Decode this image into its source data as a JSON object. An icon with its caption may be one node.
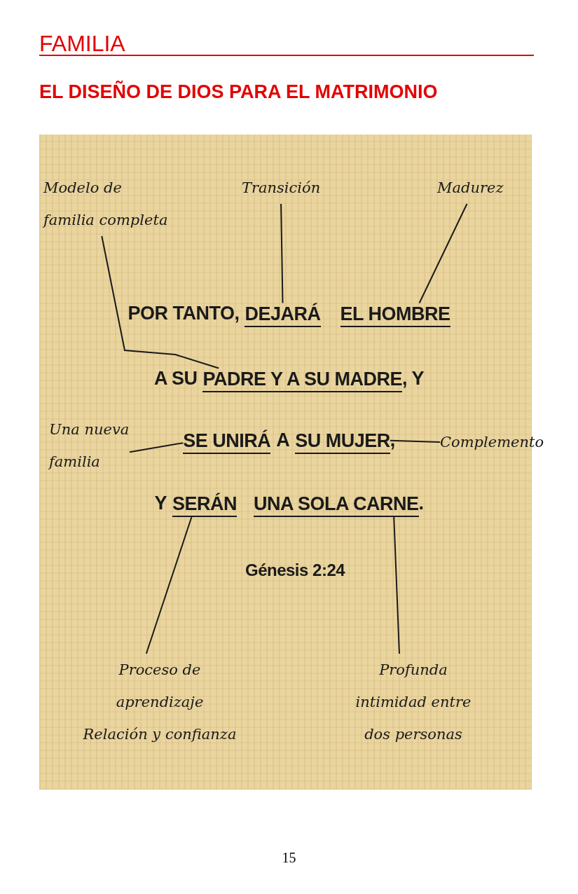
{
  "diagram": {
    "title": "EL DISEÑO DE DIOS PARA EL MATRIMONIO",
    "nodes": [
      {
        "text": [
          "Modelo de familia completa"
        ]
      },
      {
        "text": [
          "Transición"
        ]
      },
      {
        "text": [
          "Madurez"
        ]
      },
      {
        "text": [
          "DEJARÁ"
        ]
      },
      {
        "text": [
          "EL HOMBRE"
        ]
      },
      {
        "text": [
          "PADRE Y A SU MADRE"
        ]
      },
      {
        "text": [
          "Una nueva familia"
        ]
      },
      {
        "text": [
          "SE UNIRÁ"
        ]
      },
      {
        "text": [
          "SU MUJER"
        ]
      },
      {
        "text": [
          "Complemento"
        ]
      },
      {
        "text": [
          "SERÁN"
        ]
      },
      {
        "text": [
          "UNA SOLA CARNE"
        ]
      },
      {
        "text": [
          "Proceso de aprendizaje",
          "Relación y confianza"
        ]
      },
      {
        "text": [
          "Profunda intimidad entre dos personas"
        ]
      }
    ],
    "edges": [
      {
        "from": 0,
        "to": 5,
        "arrow": "none"
      },
      {
        "from": 1,
        "to": 3,
        "arrow": "none"
      },
      {
        "from": 2,
        "to": 4,
        "arrow": "none"
      },
      {
        "from": 6,
        "to": 7,
        "arrow": "none"
      },
      {
        "from": 9,
        "to": 8,
        "arrow": "none"
      },
      {
        "from": 12,
        "to": 10,
        "arrow": "none"
      },
      {
        "from": 13,
        "to": 11,
        "arrow": "none"
      }
    ],
    "labels": [
      "FAMILIA",
      "POR TANTO,",
      "A SU",
      ", Y",
      "A",
      ",",
      "Y",
      ".",
      "Génesis 2:24",
      "15"
    ]
  }
}
